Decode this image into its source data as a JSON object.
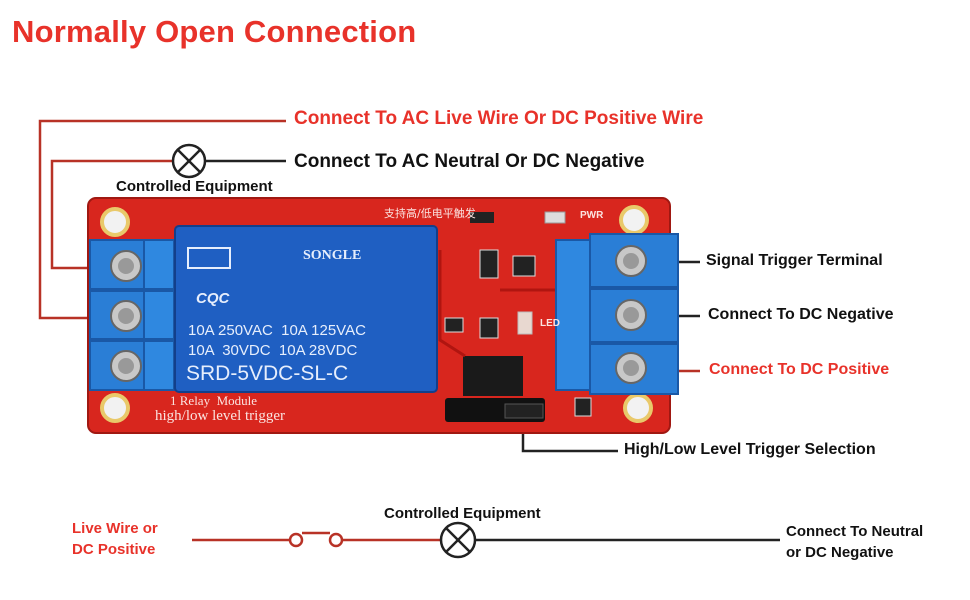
{
  "title": "Normally Open Connection",
  "labels": {
    "live_wire": "Connect To AC Live Wire Or DC Positive Wire",
    "neutral": "Connect To AC Neutral Or DC Negative",
    "controlled_top": "Controlled Equipment",
    "signal_trigger": "Signal Trigger Terminal",
    "dc_negative": "Connect To DC Negative",
    "dc_positive": "Connect To DC Positive",
    "trigger_selection": "High/Low Level Trigger Selection"
  },
  "relay": {
    "brand": "SONGLE",
    "cert": "CQC",
    "rating_line1": "10A 250VAC  10A 125VAC",
    "rating_line2": "10A  30VDC  10A 28VDC",
    "model": "SRD-5VDC-SL-C",
    "module_line1": "1 Relay  Module",
    "module_line2": "high/low level trigger",
    "pcb_text": "支持高/低电平触发",
    "pwr": "PWR",
    "led": "LED"
  },
  "bottom": {
    "live_line1": "Live Wire or",
    "live_line2": "DC Positive",
    "controlled": "Controlled Equipment",
    "neutral_line1": "Connect To Neutral",
    "neutral_line2": "or DC Negative"
  },
  "colors": {
    "accent_red": "#e8322a",
    "wire_red": "#b83226",
    "pcb_red": "#d8261e",
    "terminal_blue": "#2a7ed6",
    "relay_blue": "#1f5fc2"
  }
}
